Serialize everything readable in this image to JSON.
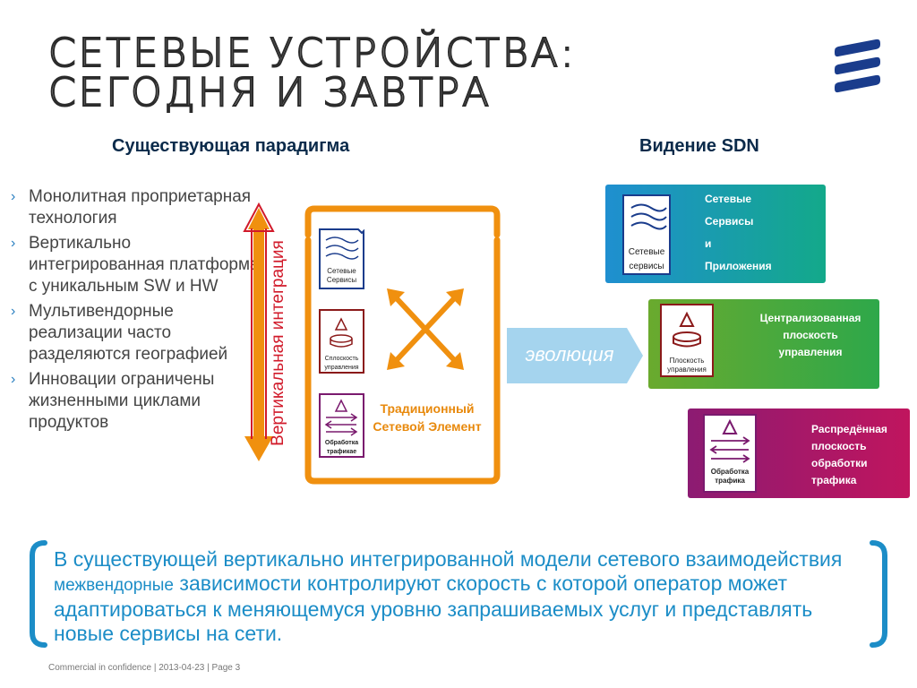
{
  "title_line1": "СЕТЕВЫЕ УСТРОЙСТВА:",
  "title_line2": "СЕГОДНЯ И ЗАВТРА",
  "left_heading": "Существующая парадигма",
  "right_heading": "Видение SDN",
  "bullets": [
    "Монолитная проприетарная технология",
    "Вертикально интегрированная платформа с уникальным SW и HW",
    "Мультивендорные реализации часто разделяются географией",
    "Инновации ограничены жизненными циклами продуктов"
  ],
  "vertical_label": "Вертикальная интеграция",
  "element": {
    "services_line1": "Сетевые",
    "services_line2": "Сервисы",
    "control_line1": "Сплоскость",
    "control_line2": "управления",
    "traffic_line1": "Обработка",
    "traffic_line2": "трафикае",
    "caption": "Традиционный Сетевой Элемент"
  },
  "evolution": "эволюция",
  "sdn_boxes": {
    "services": {
      "icon_line1": "Сетевые",
      "icon_line2": "сервисы",
      "text": [
        "Сетевые",
        "Сервисы",
        "и",
        "Приложения"
      ]
    },
    "control": {
      "icon_line1": "Плоскость",
      "icon_line2": "управления",
      "text": [
        "Централизованная",
        "плоскость",
        "управления"
      ]
    },
    "traffic": {
      "icon_line1": "Обработка",
      "icon_line2": "трафика",
      "text": [
        "Распредённая",
        "плоскость",
        "обработки",
        "трафика"
      ]
    }
  },
  "bottom_text_a": "В существующей вертикально интегрированной модели сетевого взаимодействия ",
  "bottom_text_b": "межвендорные",
  "bottom_text_c": " зависимости контролируют скорость с которой оператор может адаптироваться к меняющемуся уровню запрашиваемых услуг и представлять новые сервисы на сети.",
  "footer": "Commercial in confidence  |  2013-04-23  |  Page 3",
  "colors": {
    "brand": "#1a3c8c",
    "orange": "#f0900f",
    "red": "#d11a2a",
    "accent": "#1c8dc7"
  }
}
